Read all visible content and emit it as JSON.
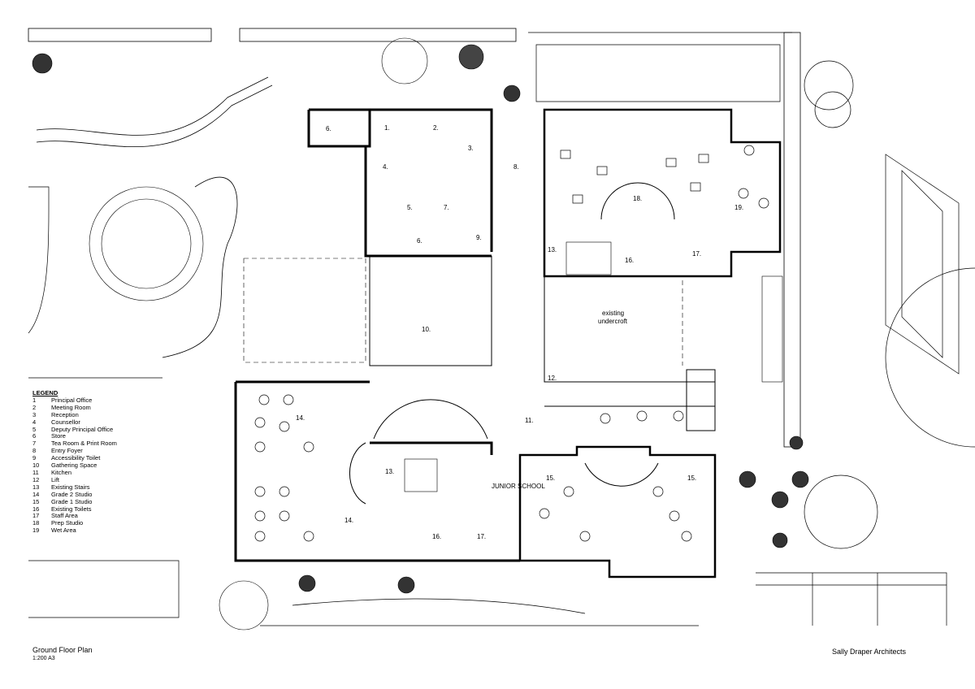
{
  "legend": {
    "title": "LEGEND",
    "items": [
      {
        "num": "1",
        "label": "Principal Office"
      },
      {
        "num": "2",
        "label": "Meeting Room"
      },
      {
        "num": "3",
        "label": "Reception"
      },
      {
        "num": "4",
        "label": "Counsellor"
      },
      {
        "num": "5",
        "label": "Deputy Principal Office"
      },
      {
        "num": "6",
        "label": "Store"
      },
      {
        "num": "7",
        "label": "Tea Room & Print Room"
      },
      {
        "num": "8",
        "label": "Entry Foyer"
      },
      {
        "num": "9",
        "label": "Accessibility Toilet"
      },
      {
        "num": "10",
        "label": "Gathering Space"
      },
      {
        "num": "11",
        "label": "Kitchen"
      },
      {
        "num": "12",
        "label": "Lift"
      },
      {
        "num": "13",
        "label": "Existing Stairs"
      },
      {
        "num": "14",
        "label": "Grade 2 Studio"
      },
      {
        "num": "15",
        "label": "Grade 1 Studio"
      },
      {
        "num": "16",
        "label": "Existing Toilets"
      },
      {
        "num": "17",
        "label": "Staff Area"
      },
      {
        "num": "18",
        "label": "Prep Studio"
      },
      {
        "num": "19",
        "label": "Wet Area"
      }
    ]
  },
  "rooms": {
    "r6a": "6.",
    "r1": "1.",
    "r2": "2.",
    "r3": "3.",
    "r4": "4.",
    "r8": "8.",
    "r5": "5.",
    "r7": "7.",
    "r6b": "6.",
    "r9": "9.",
    "r10": "10.",
    "r18": "18.",
    "r19": "19.",
    "r13a": "13.",
    "r16a": "16.",
    "r17a": "17.",
    "undercroft1": "existing",
    "undercroft2": "undercroft",
    "r12": "12.",
    "r11": "11.",
    "r14a": "14.",
    "r14b": "14.",
    "r13b": "13.",
    "junior": "JUNIOR SCHOOL",
    "r15a": "15.",
    "r15b": "15.",
    "r16b": "16.",
    "r17b": "17."
  },
  "footer": {
    "title": "Ground Floor Plan",
    "scale": "1:200 A3",
    "firm": "Sally Draper Architects"
  }
}
